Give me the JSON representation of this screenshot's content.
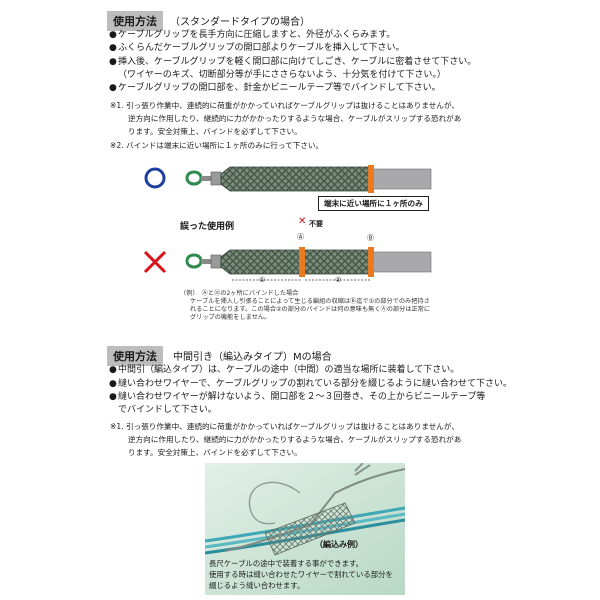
{
  "section1": {
    "label": "使用方法",
    "title": "（スタンダードタイプの場合）",
    "bullets": [
      "ケーブルグリップを長手方向に圧縮しますと、外径がふくらみます。",
      "ふくらんだケーブルグリップの開口部よりケーブルを挿入して下さい。",
      "挿入後、ケーブルグリップを軽く開口部に向けてしごき、ケーブルに密着させて下さい。",
      "（ワイヤーのキズ、切断部分等が手にささらないよう、十分気を付けて下さい。）",
      "ケーブルグリップの開口部を、針金かビニールテープ等でバインドして下さい。"
    ],
    "note1": [
      "※1. 引っ張り作業中、連続的に荷重がかかっていればケーブルグリップは抜けることはありませんが、",
      "逆方向に作用したり、継続的に力がかかったりするような場合、ケーブルがスリップする恐れがあ",
      "ります。安全対策上、バインドを必ずして下さい。"
    ],
    "note2": "※2. バインドは端末に近い場所に１ヶ所のみに行って下さい。",
    "callout": "端末に近い場所に１ヶ所のみ",
    "wrong_title": "誤った使用例",
    "unneeded": "不要",
    "mark_a": "Ⓐ",
    "mark_b": "Ⓑ",
    "dim1": "①",
    "dim2": "②",
    "footnote": [
      "（例）　Ⓐと㊂の2ヶ所にバインドした場合",
      "ケーブルを挿入し引張ることによって生じる編組の収縮はⒷ迄で①の部分でのみ把持さ",
      "れることになります。この場合②の部分のバインドは何の意味も無くⒶの部分は正常に",
      "グリップの機能をしません。"
    ]
  },
  "section2": {
    "label": "使用方法",
    "title": "中間引き（編込みタイプ）Mの場合",
    "bullets": [
      "中間引（編込タイプ）は、ケーブルの途中（中間）の適当な場所に装着して下さい。",
      "縫い合わせワイヤーで、ケーブルグリップの割れている部分を綴じるように縫い合わせて下さい。",
      "縫い合わせワイヤーが解けないよう、開口部を２～３回巻き、その上からビニールテープ等",
      "でバインドして下さい。"
    ],
    "note": [
      "※1. 引っ張り作業中、連続的に荷重がかかっていればケーブルグリップは抜けることはありませんが、",
      "逆方向に作用したり、継続的に力がかかったりするような場合、ケーブルがスリップする恐れがあ",
      "ります。安全対策上、バインドを必ずして下さい。"
    ],
    "photo_label": "（編込み例）",
    "photo_caption": [
      "長尺ケーブルの途中で装着する事ができます。",
      "使用する時は縫い合わせたワイヤーで割れている部分を",
      "綴じるよう縫い合わせます。"
    ]
  },
  "colors": {
    "header_bg": "#bdbdbd",
    "cable": "#a9a9ab",
    "mesh": "#4e6450",
    "eye": "#2f8a4f",
    "bind": "#e87b22",
    "circle": "#1f3f9e",
    "cross": "#d8141a"
  }
}
